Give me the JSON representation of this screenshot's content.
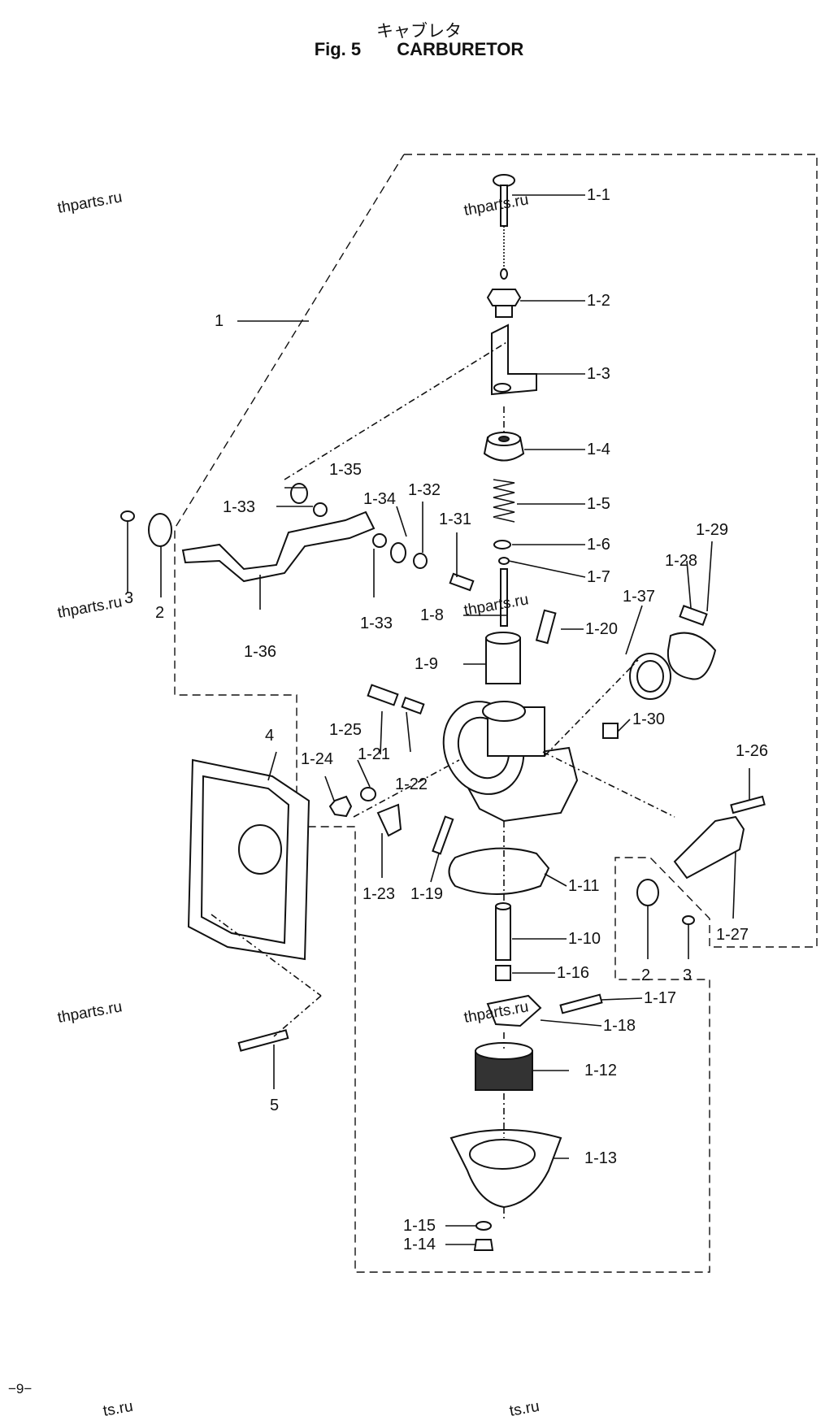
{
  "title_jp": "キャブレタ",
  "fig_number": "Fig. 5",
  "fig_title": "CARBURETOR",
  "page_number": "−9−",
  "watermark_text": "thparts.ru",
  "watermark_partial": "ts.ru",
  "part_labels": {
    "p1": "1",
    "p2a": "2",
    "p2b": "2",
    "p3a": "3",
    "p3b": "3",
    "p4": "4",
    "p5": "5",
    "p1_1": "1-1",
    "p1_2": "1-2",
    "p1_3": "1-3",
    "p1_4": "1-4",
    "p1_5": "1-5",
    "p1_6": "1-6",
    "p1_7": "1-7",
    "p1_8": "1-8",
    "p1_9": "1-9",
    "p1_10": "1-10",
    "p1_11": "1-11",
    "p1_12": "1-12",
    "p1_13": "1-13",
    "p1_14": "1-14",
    "p1_15": "1-15",
    "p1_16": "1-16",
    "p1_17": "1-17",
    "p1_18": "1-18",
    "p1_19": "1-19",
    "p1_20": "1-20",
    "p1_21": "1-21",
    "p1_22": "1-22",
    "p1_23": "1-23",
    "p1_24": "1-24",
    "p1_25": "1-25",
    "p1_26": "1-26",
    "p1_27": "1-27",
    "p1_28": "1-28",
    "p1_29": "1-29",
    "p1_30": "1-30",
    "p1_31": "1-31",
    "p1_32": "1-32",
    "p1_33a": "1-33",
    "p1_33b": "1-33",
    "p1_34": "1-34",
    "p1_35": "1-35",
    "p1_36": "1-36",
    "p1_37": "1-37"
  }
}
